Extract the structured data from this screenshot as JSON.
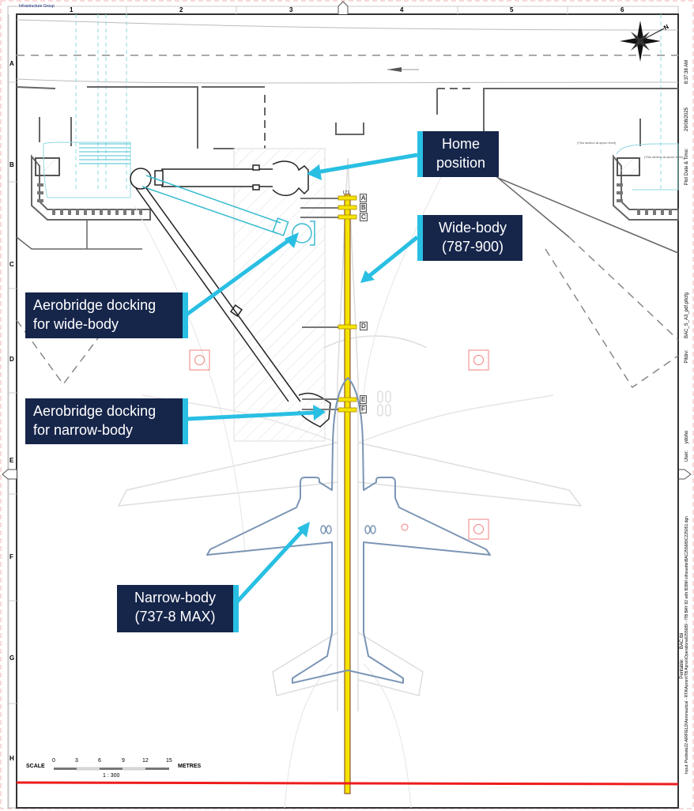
{
  "title_block": {
    "organisation": "Infrastructure Group",
    "plot_time": "8:37:38 AM",
    "plot_date": "29/08/2025",
    "plot_date_label": "Plot Date & Time:",
    "pltdrv_label": "Pltdrv:",
    "pltdrv_value": "BAC_S_A3_pdf.pltcfg",
    "user_label": "User:",
    "user_value": "ydoho",
    "pentable_label": "Pentable:",
    "pentable_value": "BAC.tbl",
    "input_path": "Input: Pwdnote22-AIRFIELD\\Aeronautical - RTA\\Apron\\ITB Apron\\Operational\\255689 - ITB BAY 82 with B38M silhouette\\BAC255689C225051.dgn"
  },
  "grid": {
    "columns": [
      "1",
      "2",
      "3",
      "4",
      "5",
      "6"
    ],
    "rows": [
      "A",
      "B",
      "C",
      "D",
      "E",
      "F",
      "G",
      "H"
    ]
  },
  "north_arrow": {
    "label": "N"
  },
  "stop_bars": {
    "labels": [
      "A",
      "B",
      "C",
      "D",
      "E",
      "F"
    ],
    "lead_in_label": "LT1"
  },
  "callouts": {
    "home_position": {
      "line1": "Home",
      "line2": "position"
    },
    "wide_body": {
      "line1": "Wide-body",
      "line2": "(787-900)"
    },
    "aerobridge_wide": {
      "line1": "Aerobridge docking",
      "line2": "for wide-body"
    },
    "aerobridge_narrow": {
      "line1": "Aerobridge docking",
      "line2": "for narrow-body"
    },
    "narrow_body": {
      "line1": "Narrow-body",
      "line2": "(737-8 MAX)"
    }
  },
  "notes": {
    "section_note_1": "(This section at apron level)",
    "section_note_2": "(This section at apron level)"
  },
  "scale_bar": {
    "label": "SCALE",
    "ticks": [
      "0",
      "3",
      "6",
      "9",
      "12",
      "15"
    ],
    "units": "METRES",
    "ratio": "1 : 300"
  },
  "colors": {
    "callout_bg": "#16254a",
    "callout_accent": "#29bfe3",
    "lead_in_line": "#f5e400",
    "aircraft_outline": "#7b95b5",
    "bridge_wide": "#3bbccf",
    "red_line": "#ee1c1c"
  }
}
